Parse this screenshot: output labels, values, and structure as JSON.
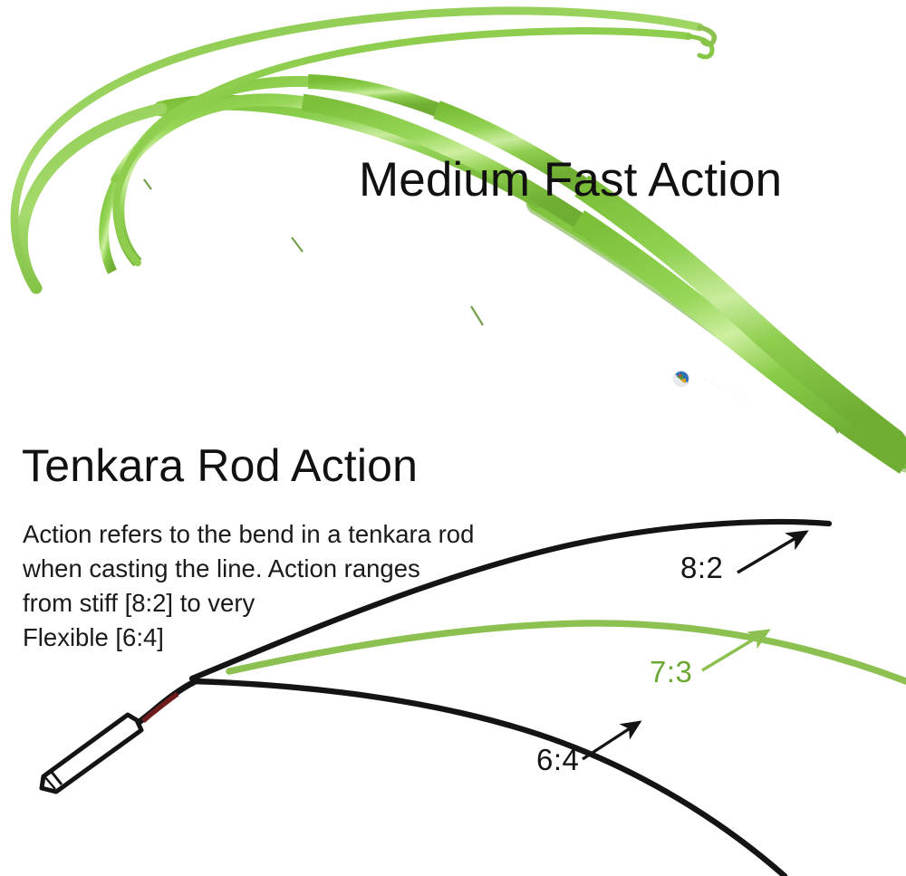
{
  "figure": {
    "kind": "tenkara-rod-action-infographic",
    "background_color": "#ffffff"
  },
  "top_section": {
    "heading": "Medium Fast Action",
    "rod": {
      "name": "bent-tenkara-rod-photo",
      "color": "#8ccd4b",
      "highlight_color": "#b9e285",
      "shadow_color": "#76b53c",
      "joint_color": "#5c8f2c",
      "brand_emblem": "circular-multicolor-logo"
    }
  },
  "bottom_section": {
    "heading": "Tenkara Rod Action",
    "paragraph": "Action refers to the bend in a tenkara rod\nwhen casting the line. Action ranges\nfrom stiff [8:2] to very\nFlexible [6:4]",
    "handle": {
      "name": "rod-handle-grip",
      "outline_color": "#111111",
      "fill_color": "#ffffff",
      "band_color": "#6e1b1b"
    },
    "curves": [
      {
        "label": "8:2",
        "description": "stiff action curve",
        "color": "#141414",
        "label_color": "#141414",
        "arrow": "arrow-to-curve-8-2"
      },
      {
        "label": "7:3",
        "description": "medium action curve",
        "color": "#8cc152",
        "label_color": "#6aa832",
        "arrow": "arrow-to-curve-7-3"
      },
      {
        "label": "6:4",
        "description": "flexible action curve",
        "color": "#141414",
        "label_color": "#141414",
        "arrow": "arrow-to-curve-6-4"
      }
    ]
  },
  "colors": {
    "rod_green": "#8ccd4b",
    "curve_green": "#8cc152",
    "label_green": "#6aa832",
    "ink_black": "#141414",
    "band_red": "#6e1b1b"
  }
}
